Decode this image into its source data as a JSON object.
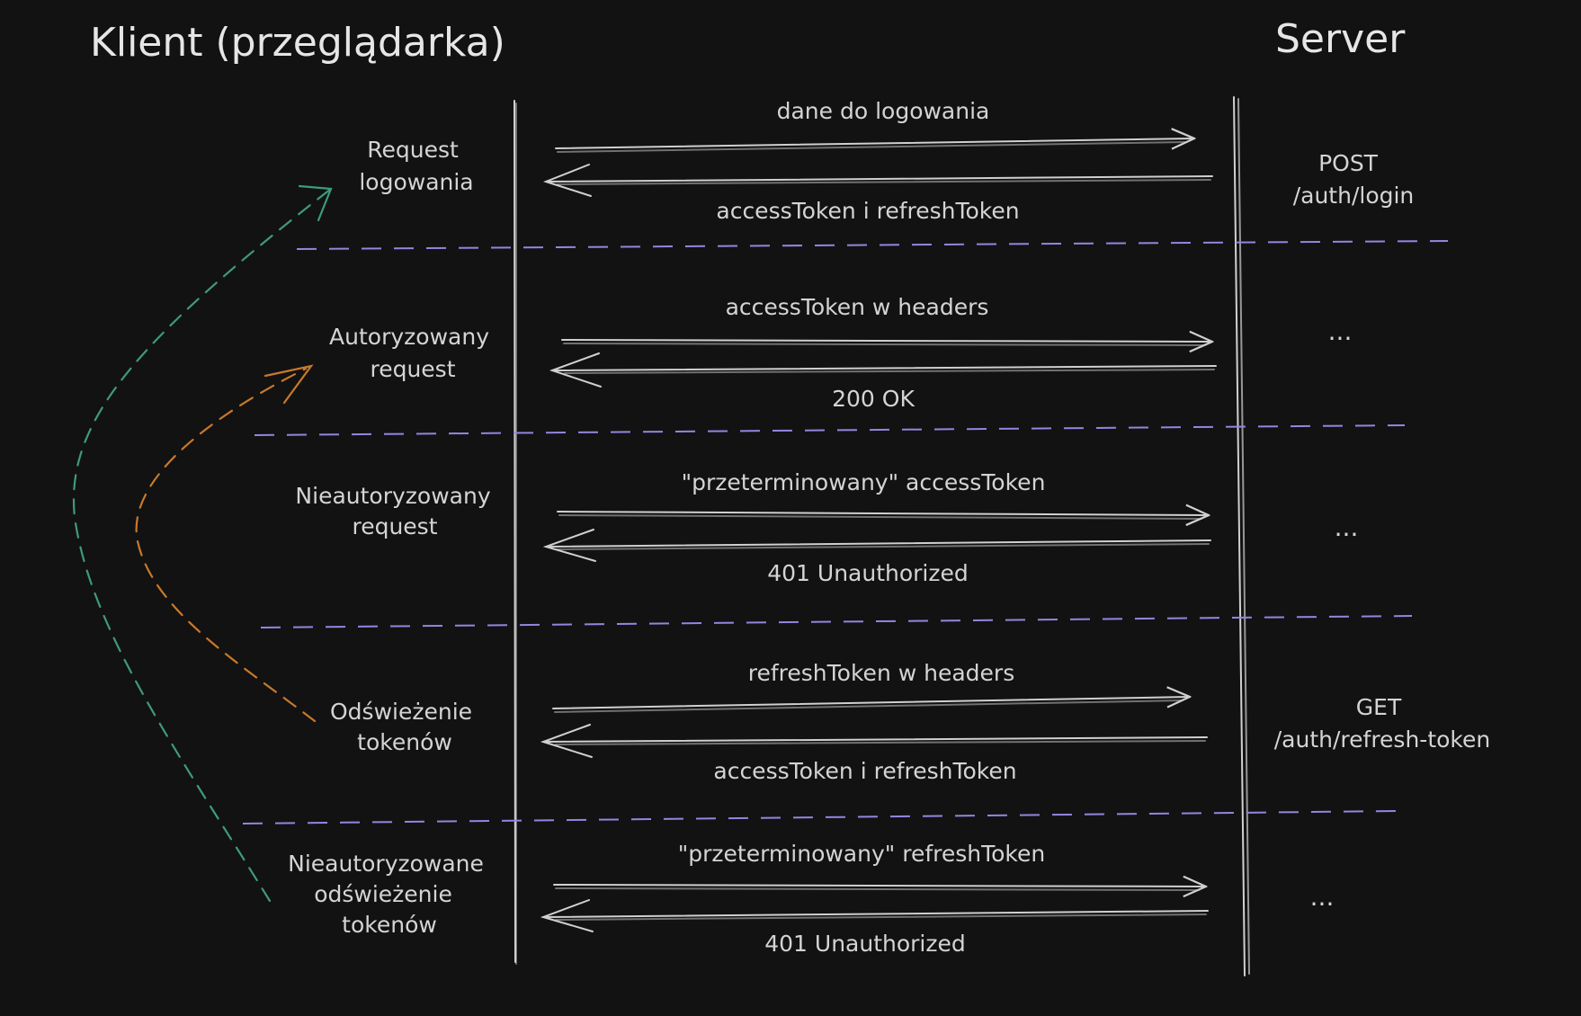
{
  "colors": {
    "background": "#121212",
    "text": "#d4d4d4",
    "lifeline": "#d0d0d0",
    "separator": "#9585e0",
    "loop_outer": "#3f9a7c",
    "loop_inner": "#c9792a"
  },
  "participants": {
    "client": "Klient (przeglądarka)",
    "server": "Server"
  },
  "rows": [
    {
      "label": [
        "Request",
        "logowania"
      ],
      "request": "dane do logowania",
      "response": "accessToken i refreshToken",
      "endpoint": [
        "POST",
        "/auth/login"
      ]
    },
    {
      "label": [
        "Autoryzowany",
        "request"
      ],
      "request": "accessToken w headers",
      "response": "200 OK",
      "endpoint": [
        "..."
      ]
    },
    {
      "label": [
        "Nieautoryzowany",
        "request"
      ],
      "request": "\"przeterminowany\" accessToken",
      "response": "401 Unauthorized",
      "endpoint": [
        "..."
      ]
    },
    {
      "label": [
        "Odświeżenie",
        "tokenów"
      ],
      "request": "refreshToken w headers",
      "response": "accessToken i refreshToken",
      "endpoint": [
        "GET",
        "/auth/refresh-token"
      ]
    },
    {
      "label": [
        "Nieautoryzowane",
        "odświeżenie",
        "tokenów"
      ],
      "request": "\"przeterminowany\" refreshToken",
      "response": "401 Unauthorized",
      "endpoint": [
        "..."
      ]
    }
  ]
}
